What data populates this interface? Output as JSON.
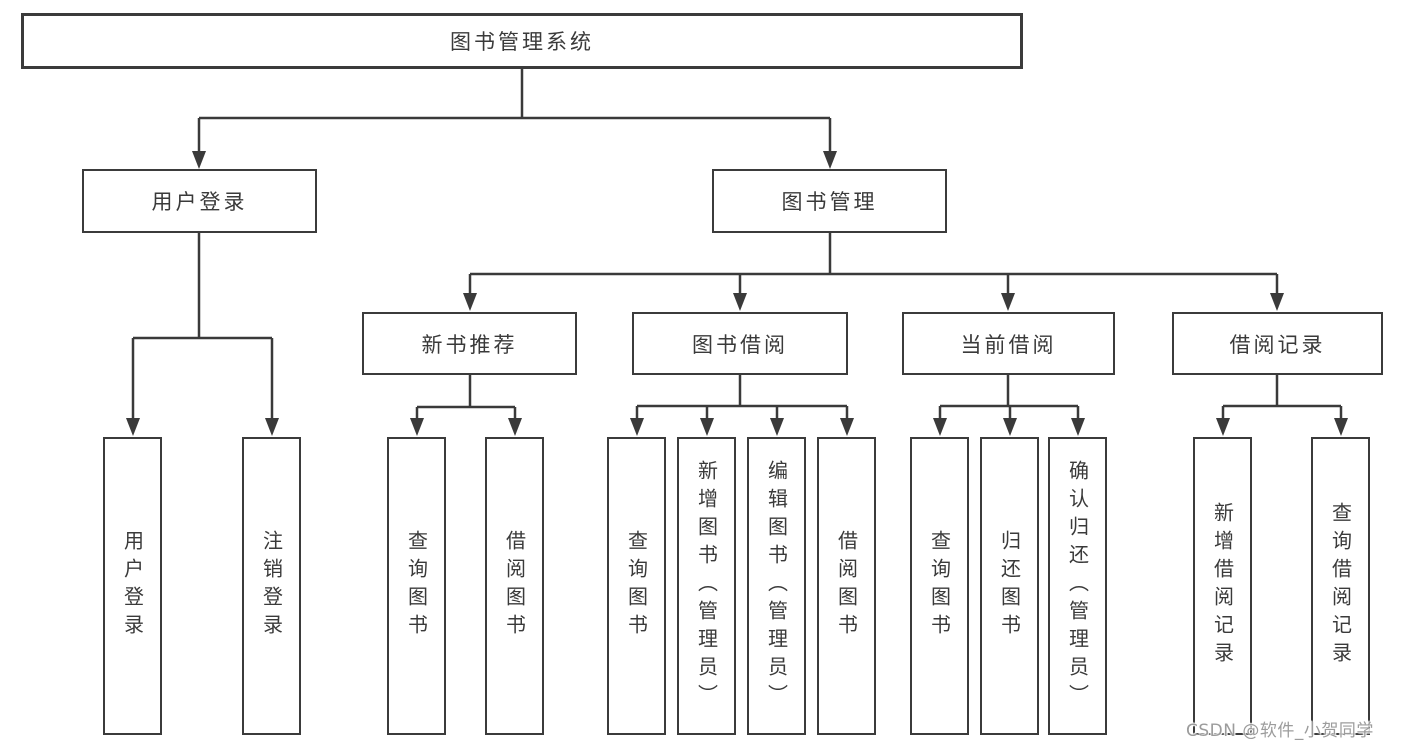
{
  "diagram": {
    "title": "图书管理系统",
    "level2": [
      {
        "label": "用户登录"
      },
      {
        "label": "图书管理"
      }
    ],
    "level3": [
      {
        "label": "新书推荐"
      },
      {
        "label": "图书借阅"
      },
      {
        "label": "当前借阅"
      },
      {
        "label": "借阅记录"
      }
    ],
    "leaves": [
      {
        "label": "用户登录"
      },
      {
        "label": "注销登录"
      },
      {
        "label": "查询图书"
      },
      {
        "label": "借阅图书"
      },
      {
        "label": "查询图书"
      },
      {
        "label": "新增图书（管理员）"
      },
      {
        "label": "编辑图书（管理员）"
      },
      {
        "label": "借阅图书"
      },
      {
        "label": "查询图书"
      },
      {
        "label": "归还图书"
      },
      {
        "label": "确认归还（管理员）"
      },
      {
        "label": "新增借阅记录"
      },
      {
        "label": "查询借阅记录"
      }
    ],
    "colors": {
      "line": "#3a3a3a",
      "box_border": "#3b3b3b",
      "text": "#3a3a3a",
      "watermark_text": "#9c9c9c",
      "background": "#ffffff"
    }
  },
  "watermark": {
    "text": "CSDN @软件_小贺同学"
  }
}
